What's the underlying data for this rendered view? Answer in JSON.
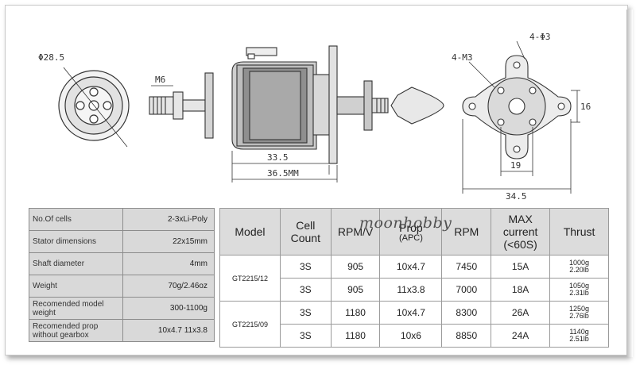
{
  "drawing": {
    "dim_flange_diameter": "Φ28.5",
    "dim_shaft_thread": "M6",
    "dim_body_length": "33.5",
    "dim_total_length": "36.5MM",
    "dim_mount_holes": "4-Φ3",
    "dim_screw_holes": "4-M3",
    "dim_height": "16",
    "dim_hole_spacing": "19",
    "dim_mount_width": "34.5"
  },
  "specs": [
    {
      "label": "No.Of cells",
      "value": "2-3xLi-Poly"
    },
    {
      "label": "Stator dimensions",
      "value": "22x15mm"
    },
    {
      "label": "Shaft diameter",
      "value": "4mm"
    },
    {
      "label": "Weight",
      "value": "70g/2.46oz"
    },
    {
      "label": "Recomended model weight",
      "value": "300-1100g"
    },
    {
      "label": "Recomended prop without gearbox",
      "value": "10x4.7  11x3.8"
    }
  ],
  "perf": {
    "headers": {
      "model": "Model",
      "cells": "Cell Count",
      "rpmv": "RPM/V",
      "prop": "Prop",
      "prop_sub": "(APC)",
      "rpm": "RPM",
      "current": "MAX current (<60S)",
      "thrust": "Thrust"
    },
    "rows": [
      {
        "model": "GT2215/12",
        "cells": "3S",
        "rpmv": "905",
        "prop": "10x4.7",
        "rpm": "7450",
        "current": "15A",
        "thrust_g": "1000g",
        "thrust_lb": "2.20lb"
      },
      {
        "model": "",
        "cells": "3S",
        "rpmv": "905",
        "prop": "11x3.8",
        "rpm": "7000",
        "current": "18A",
        "thrust_g": "1050g",
        "thrust_lb": "2.31lb"
      },
      {
        "model": "GT2215/09",
        "cells": "3S",
        "rpmv": "1180",
        "prop": "10x4.7",
        "rpm": "8300",
        "current": "26A",
        "thrust_g": "1250g",
        "thrust_lb": "2.76lb"
      },
      {
        "model": "",
        "cells": "3S",
        "rpmv": "1180",
        "prop": "10x6",
        "rpm": "8850",
        "current": "24A",
        "thrust_g": "1140g",
        "thrust_lb": "2.51lb"
      }
    ]
  },
  "watermark": "moonhobby"
}
